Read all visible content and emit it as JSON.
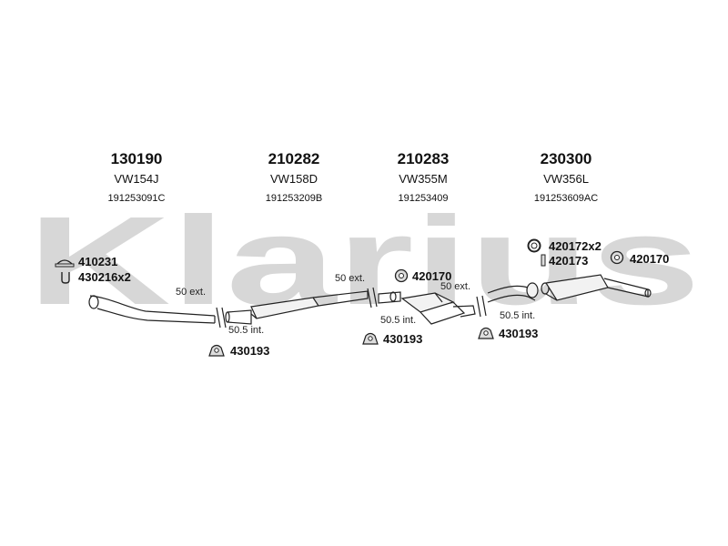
{
  "watermark": "Klarius",
  "parts": [
    {
      "number": "130190",
      "code": "VW154J",
      "oem": "191253091C"
    },
    {
      "number": "210282",
      "code": "VW158D",
      "oem": "191253209B"
    },
    {
      "number": "210283",
      "code": "VW355M",
      "oem": "191253409"
    },
    {
      "number": "230300",
      "code": "VW356L",
      "oem": "191253609AC"
    }
  ],
  "fittings": {
    "f1": "410231",
    "f2": "430216x2",
    "f3": "430193",
    "f4": "430193",
    "f5": "420170",
    "f6": "430193",
    "f7": "420172x2",
    "f8": "420173",
    "f9": "420170"
  },
  "dimensions": {
    "d1": "50 ext.",
    "d2": "50.5 int.",
    "d3": "50 ext.",
    "d4": "50.5 int.",
    "d5": "50 ext.",
    "d6": "50.5 int."
  },
  "colors": {
    "watermark": "#d7d7d7",
    "part_fill": "#f2f2f2",
    "stroke": "#222222"
  }
}
